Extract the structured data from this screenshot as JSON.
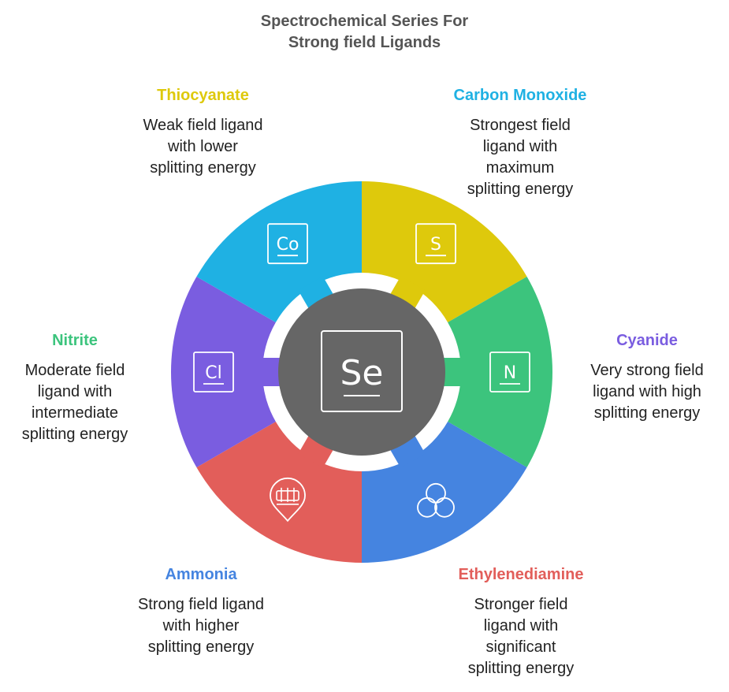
{
  "title": {
    "line1": "Spectrochemical Series For",
    "line2": "Strong field Ligands"
  },
  "center": {
    "symbol": "Se",
    "icon": "element-tile-icon"
  },
  "colors": {
    "yellow": "#DEC90C",
    "green": "#3CC47D",
    "blue": "#4584E0",
    "red": "#E25E5A",
    "purple": "#7A5DE0",
    "cyan": "#1FB1E3",
    "center": "#666666"
  },
  "segments": [
    {
      "id": "s",
      "symbol": "S",
      "icon": "element-tile-icon",
      "color": "#DEC90C"
    },
    {
      "id": "n",
      "symbol": "N",
      "icon": "element-tile-icon",
      "color": "#3CC47D"
    },
    {
      "id": "circles",
      "symbol": "",
      "icon": "three-circles-icon",
      "color": "#4584E0"
    },
    {
      "id": "beaker",
      "symbol": "",
      "icon": "lab-location-icon",
      "color": "#E25E5A"
    },
    {
      "id": "cl",
      "symbol": "Cl",
      "icon": "element-tile-icon",
      "color": "#7A5DE0"
    },
    {
      "id": "co",
      "symbol": "Co",
      "icon": "element-tile-icon",
      "color": "#1FB1E3"
    }
  ],
  "labels": {
    "thiocyanate": {
      "name": "Thiocyanate",
      "color": "#DEC90C",
      "lines": [
        "Weak field ligand",
        "with lower",
        "splitting energy"
      ]
    },
    "carbon_monoxide": {
      "name": "Carbon Monoxide",
      "color": "#1FB1E3",
      "lines": [
        "Strongest field",
        "ligand with",
        "maximum",
        "splitting energy"
      ]
    },
    "nitrite": {
      "name": "Nitrite",
      "color": "#3CC47D",
      "lines": [
        "Moderate field",
        "ligand with",
        "intermediate",
        "splitting energy"
      ]
    },
    "cyanide": {
      "name": "Cyanide",
      "color": "#7A5DE0",
      "lines": [
        "Very strong field",
        "ligand with high",
        "splitting energy"
      ]
    },
    "ammonia": {
      "name": "Ammonia",
      "color": "#4584E0",
      "lines": [
        "Strong field ligand",
        "with higher",
        "splitting energy"
      ]
    },
    "ethylenediamine": {
      "name": "Ethylenediamine",
      "color": "#E25E5A",
      "lines": [
        "Stronger field",
        "ligand with",
        "significant",
        "splitting energy"
      ]
    }
  }
}
